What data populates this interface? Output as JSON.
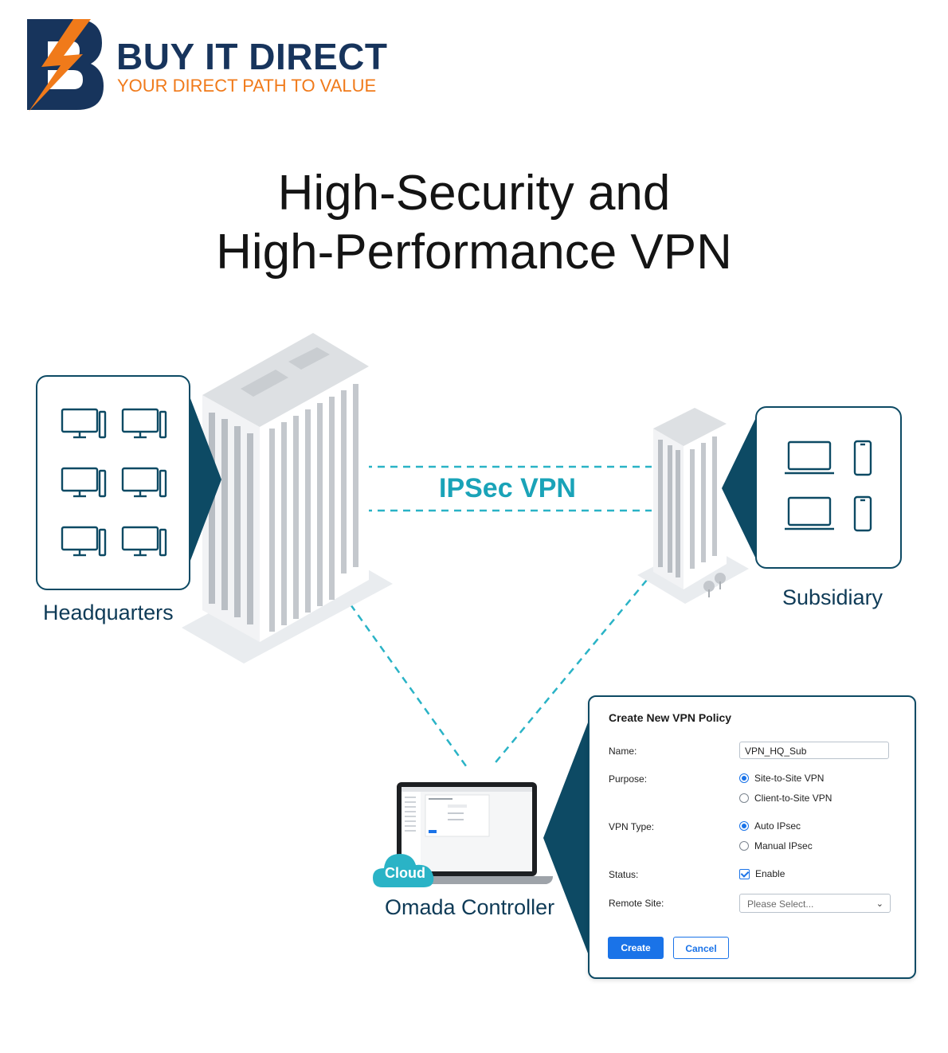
{
  "brand": {
    "name": "BUY IT DIRECT",
    "tagline": "YOUR DIRECT PATH TO VALUE",
    "logo_letter": "B",
    "colors": {
      "navy": "#17345c",
      "orange": "#f07a1a"
    }
  },
  "headline": {
    "line1": "High-Security and",
    "line2": "High-Performance VPN"
  },
  "diagram": {
    "headquarters_label": "Headquarters",
    "subsidiary_label": "Subsidiary",
    "tunnel_label": "IPSec VPN",
    "controller_label": "Omada Controller",
    "cloud_label": "Cloud",
    "hq_devices": [
      "desktop-icon",
      "desktop-icon",
      "desktop-icon",
      "desktop-icon",
      "desktop-icon",
      "desktop-icon"
    ],
    "sub_devices": [
      "laptop-icon",
      "phone-icon",
      "laptop-icon",
      "phone-icon"
    ],
    "colors": {
      "panel_border": "#0d4a64",
      "link": "#2ab3c6"
    }
  },
  "dialog": {
    "title": "Create New VPN Policy",
    "name_label": "Name:",
    "name_value": "VPN_HQ_Sub",
    "purpose_label": "Purpose:",
    "purpose_options": [
      "Site-to-Site VPN",
      "Client-to-Site VPN"
    ],
    "purpose_selected": "Site-to-Site VPN",
    "vpn_type_label": "VPN Type:",
    "vpn_type_options": [
      "Auto IPsec",
      "Manual IPsec"
    ],
    "vpn_type_selected": "Auto IPsec",
    "status_label": "Status:",
    "status_option": "Enable",
    "status_checked": true,
    "remote_site_label": "Remote Site:",
    "remote_site_placeholder": "Please Select...",
    "create_label": "Create",
    "cancel_label": "Cancel",
    "accent": "#1a73e8"
  }
}
